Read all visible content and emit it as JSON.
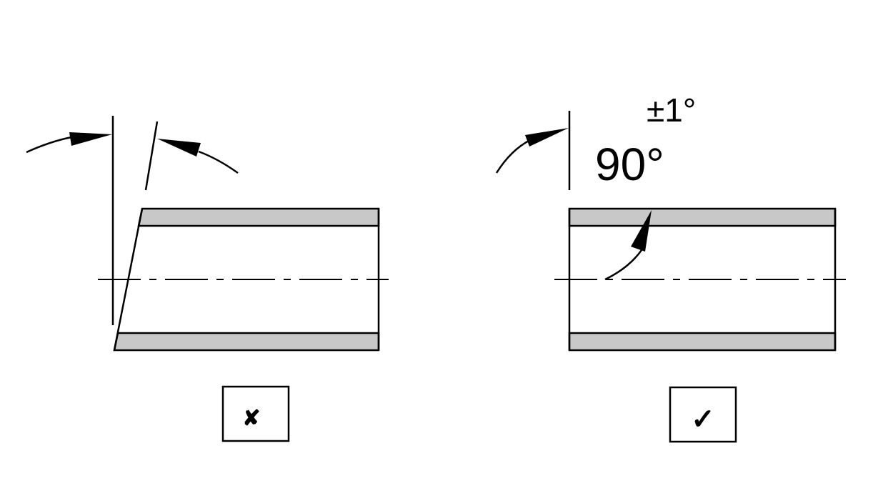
{
  "diagram": {
    "subject": "Pipe end squareness",
    "colors": {
      "line": "#000000",
      "wall_fill": "#c8c8c8",
      "background": "#ffffff"
    },
    "incorrect": {
      "description": "Pipe end cut at an angle (not square)",
      "verdict_symbol": "✘",
      "verdict": "incorrect"
    },
    "correct": {
      "description": "Pipe end cut square to the axis",
      "angle_label": "90°",
      "tolerance_label": "±1°",
      "verdict_symbol": "✓",
      "verdict": "correct"
    }
  }
}
